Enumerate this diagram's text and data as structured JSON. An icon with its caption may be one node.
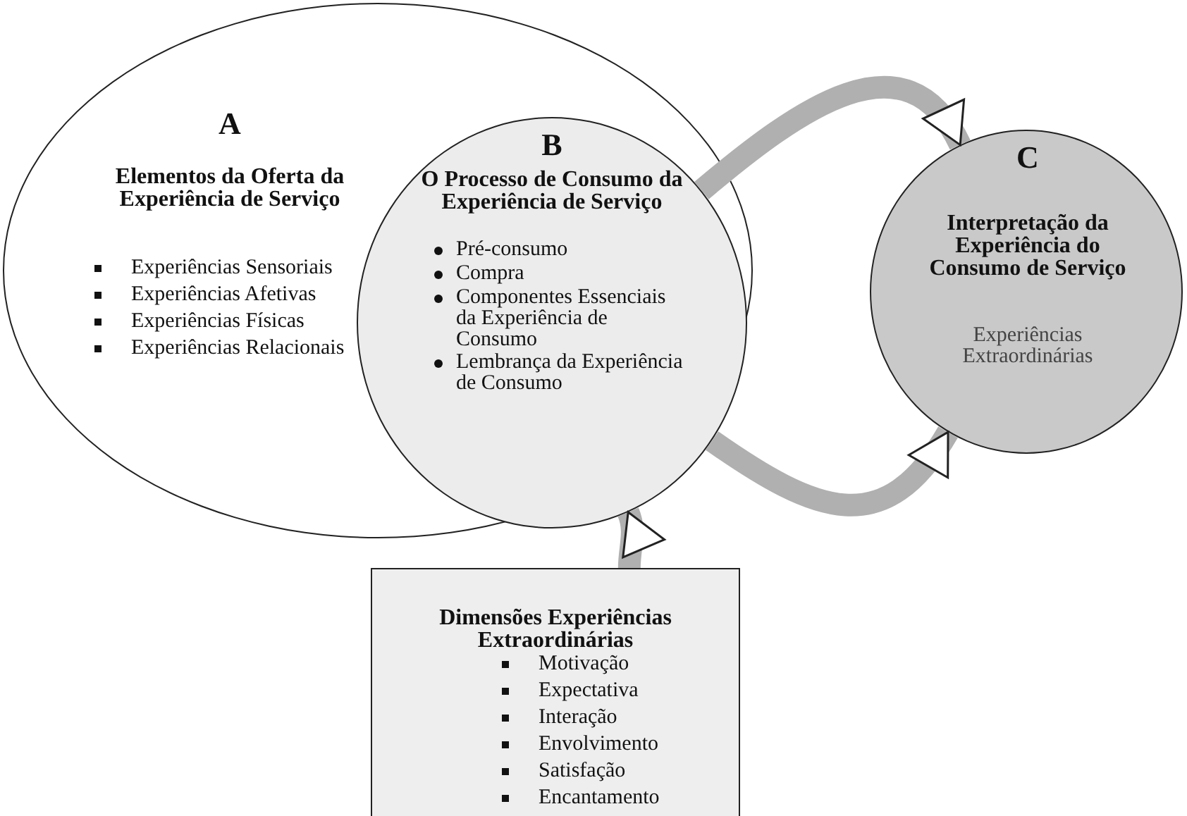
{
  "diagram": {
    "nodes": [
      {
        "text": [
          "A",
          "Elementos da Oferta da Experiência de Serviço",
          "Experiências Sensoriais",
          "Experiências Afetivas",
          "Experiências Físicas",
          "Experiências Relacionais"
        ]
      },
      {
        "text": [
          "B",
          "O Processo de Consumo da Experiência de Serviço",
          "Pré-consumo",
          "Compra",
          "Componentes Essenciais da Experiência de Consumo",
          "Lembrança da Experiência de Consumo"
        ],
        "in": 0
      },
      {
        "text": [
          "C",
          "Interpretação da Experiência do Consumo de Serviço",
          "Experiências Extraordinárias"
        ]
      },
      {
        "text": [
          "Dimensões Experiências Extraordinárias",
          "Motivação",
          "Expectativa",
          "Interação",
          "Envolvimento",
          "Satisfação",
          "Encantamento"
        ]
      }
    ],
    "edges": [
      {
        "from": 1,
        "to": 2,
        "arrow": "to"
      },
      {
        "from": 1,
        "to": 2,
        "arrow": "to"
      },
      {
        "from": 3,
        "to": 1,
        "arrow": "to"
      }
    ]
  }
}
